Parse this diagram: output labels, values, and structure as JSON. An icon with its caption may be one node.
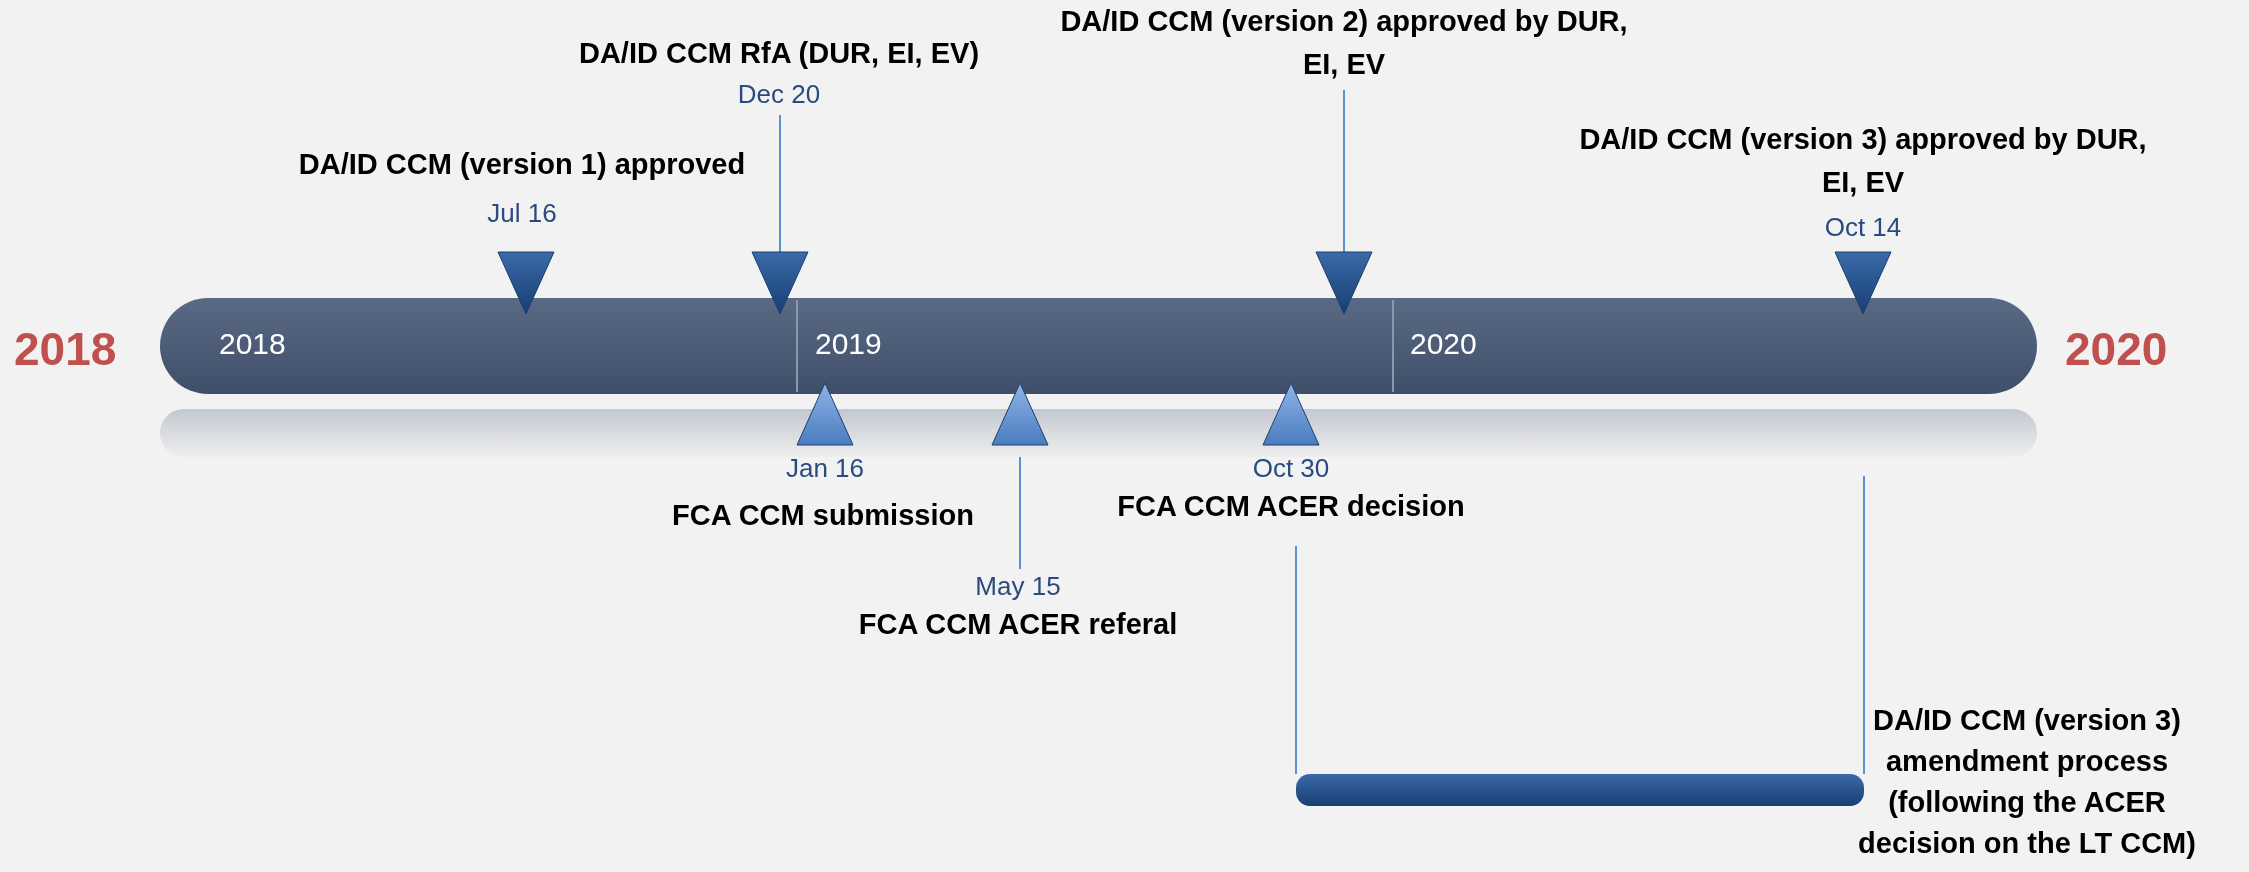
{
  "diagram": {
    "nodes": [
      {
        "text": [
          "2018",
          "2019",
          "2020"
        ]
      },
      {
        "text": [],
        "shape": "bar",
        "beside": [
          "DA/ID CCM (version 3) amendment process (following the ACER decision on the LT CCM)"
        ]
      },
      {
        "text": [],
        "shape": "triangle"
      },
      {
        "text": [],
        "shape": "triangle"
      },
      {
        "text": [],
        "shape": "triangle"
      },
      {
        "text": [],
        "shape": "triangle"
      },
      {
        "text": [],
        "shape": "triangle"
      },
      {
        "text": [],
        "shape": "triangle"
      },
      {
        "text": [],
        "shape": "triangle"
      },
      {
        "text": [
          "DA/ID CCM RfA (DUR, EI, EV)",
          "Dec 20"
        ]
      },
      {
        "text": [
          "DA/ID CCM (version 2) approved by DUR, EI, EV"
        ]
      },
      {
        "text": [
          "May 15",
          "FCA CCM ACER referal"
        ]
      },
      {
        "text": [
          "Oct 30",
          "FCA CCM ACER decision"
        ]
      }
    ],
    "edges": [
      {
        "from": 9,
        "to": 3,
        "arrow": "none"
      },
      {
        "from": 10,
        "to": 4,
        "arrow": "none"
      },
      {
        "from": 7,
        "to": 11,
        "arrow": "none"
      },
      {
        "from": 12,
        "to": 1,
        "arrow": "none"
      },
      {
        "from": 0,
        "to": 1,
        "arrow": "none"
      }
    ],
    "labels": [
      "DA/ID CCM (version 3) approved by DUR, EI, EV",
      "DA/ID CCM (version 1) approved",
      "Oct 14",
      "Jul 16",
      "2018",
      "2020",
      "Jan 16",
      "FCA CCM submission"
    ]
  }
}
